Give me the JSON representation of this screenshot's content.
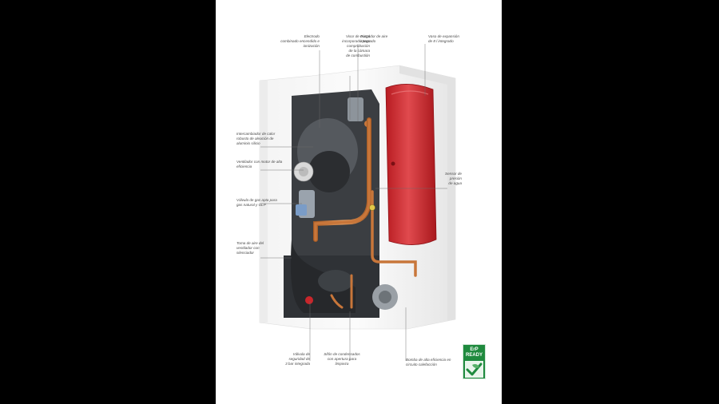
{
  "labels": {
    "electrode": "Electrodo\ncombinado encendido e\nionización",
    "glass_window": "Visor de cristal\nincorporado para\ncomprobación\nde la cámara\nde combustión",
    "air_purge": "Purgador de aire\nintegrado",
    "expansion_vessel": "Vaso de expansión\nde 8 l integrado",
    "heat_exchanger": "Intercambiador de calor\nrobusto de aleación de\naluminio silicio",
    "fan": "Ventilador con motor de alta\neficiencia",
    "gas_valve": "Válvula de gas apta para\ngas natural y GLP",
    "water_pressure": "Sensor de\npresión\nde agua",
    "air_intake": "Toma de aire del\nventilador con\nsilenciador",
    "safety_valve": "Válvula de\nseguridad de\n3 bar integrada",
    "condensate_trap": "Sifón de condensados\ncon apertura para\nlimpieza",
    "pump": "Bomba de alta eficiencia en\ncircuito calefacción"
  },
  "badge": {
    "erp": "ErP",
    "ready": "READY"
  },
  "colors": {
    "vessel": "#c9262b",
    "copper": "#c8763a",
    "badge_green": "#1f8a3e",
    "casing": "#eeeeee"
  }
}
